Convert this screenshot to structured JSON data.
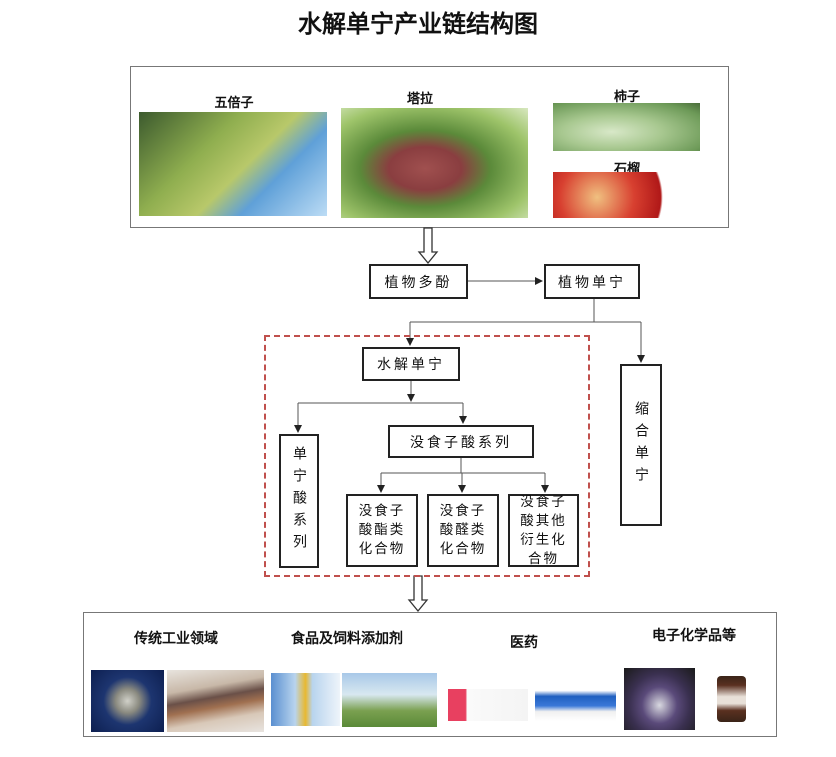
{
  "title": "水解单宁产业链结构图",
  "sources": [
    {
      "label": "五倍子"
    },
    {
      "label": "塔拉"
    },
    {
      "label": "柿子"
    },
    {
      "label": "石榴"
    }
  ],
  "nodes": {
    "plant_polyphenol": "植物多酚",
    "plant_tannin": "植物单宁",
    "hydrolyzable_tannin": "水解单宁",
    "condensed_tannin": "缩合单宁",
    "tannic_acid_series": "单宁酸系列",
    "gallic_acid_series": "没食子酸系列",
    "gallate_esters": "没食子酸酯类化合物",
    "gallic_aldehydes": "没食子酸醛类化合物",
    "gallic_derivatives": "没食子酸其他衍生化合物"
  },
  "applications": [
    {
      "label": "传统工业领域"
    },
    {
      "label": "食品及饲料添加剂"
    },
    {
      "label": "医药"
    },
    {
      "label": "电子化学品等"
    }
  ]
}
